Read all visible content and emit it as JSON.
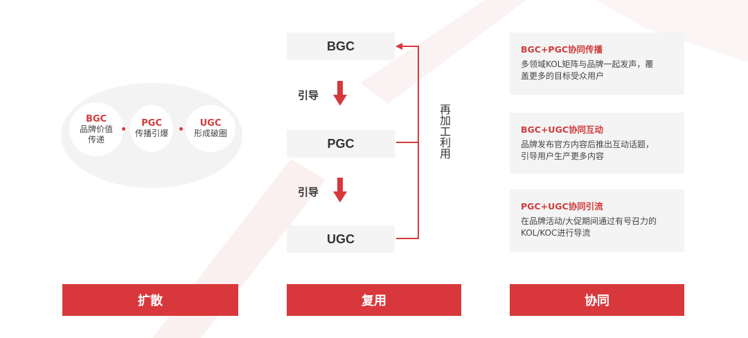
{
  "left": {
    "circles": [
      {
        "title": "BGC",
        "desc": [
          "品牌价值",
          "传递"
        ]
      },
      {
        "title": "PGC",
        "desc": [
          "传播引爆"
        ]
      },
      {
        "title": "UGC",
        "desc": [
          "形成破圈"
        ]
      }
    ]
  },
  "middle": {
    "stages": [
      "BGC",
      "PGC",
      "UGC"
    ],
    "guide_label": "引导",
    "reuse_label": "再加工利用"
  },
  "right": {
    "cards": [
      {
        "title": "BGC+PGC协同传播",
        "body": [
          "多领域KOL矩阵与品牌一起发声，覆",
          "盖更多的目标受众用户"
        ]
      },
      {
        "title": "BGC+UGC协同互动",
        "body": [
          "品牌发布官方内容后推出互动话题，",
          "引导用户生产更多内容"
        ]
      },
      {
        "title": "PGC+UGC协同引流",
        "body": [
          "在品牌活动/大促期间通过有号召力的",
          "KOL/KOC进行导流"
        ]
      }
    ]
  },
  "bottom": {
    "labels": [
      "扩散",
      "复用",
      "协同"
    ]
  },
  "colors": {
    "accent": "#d13a3a",
    "bar": "#d8383c",
    "box": "#f4f4f4",
    "ellipse": "#f3f3f3"
  }
}
